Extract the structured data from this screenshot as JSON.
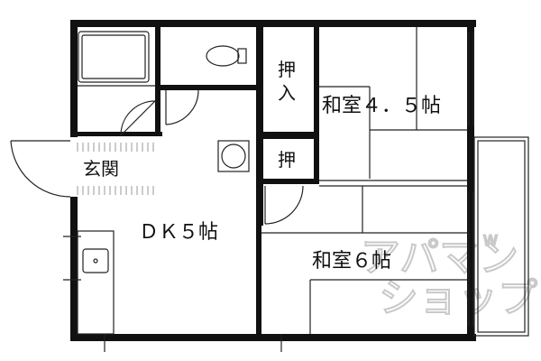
{
  "labels": {
    "washitsu_45": "和室４．５帖",
    "washitsu_6": "和室６帖",
    "dk5": "ＤＫ５帖",
    "genkan": "玄関",
    "oshiire_upper_1": "押",
    "oshiire_upper_2": "入",
    "oshiire_lower": "押"
  },
  "watermark": {
    "line1": "アパマン",
    "line2": "ショップ",
    "small": "W"
  },
  "colors": {
    "wall": "#111111",
    "line": "#222222",
    "watermark": "#c9c9c9",
    "tile": "#9a9a9a"
  }
}
